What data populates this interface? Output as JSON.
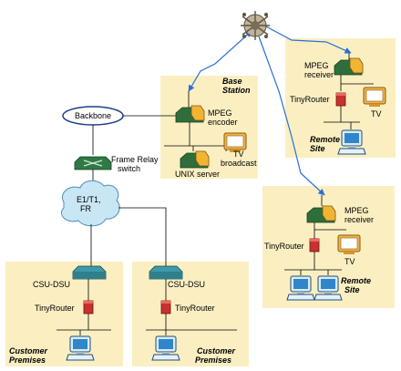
{
  "labels": {
    "base_station": [
      "Base",
      "Station"
    ],
    "backbone": "Backbone",
    "frame_relay_switch": [
      "Frame Relay",
      "switch"
    ],
    "mpeg_encoder": [
      "MPEG",
      "encoder"
    ],
    "tv_broadcast": [
      "TV",
      "broadcast"
    ],
    "unix_server": "UNIX server",
    "network_cloud": [
      "E1/T1,",
      "FR"
    ],
    "remote_site_1": {
      "mpeg_receiver": [
        "MPEG",
        "receiver"
      ],
      "tinyrouter": "TinyRouter",
      "tv": "TV",
      "site": [
        "Remote",
        "Site"
      ]
    },
    "remote_site_2": {
      "mpeg_receiver": [
        "MPEG",
        "receiver"
      ],
      "tinyrouter": "TinyRouter",
      "tv": "TV",
      "site": [
        "Remote",
        "Site"
      ]
    },
    "customer_1": {
      "csu_dsu": "CSU-DSU",
      "tinyrouter": "TinyRouter",
      "premises": [
        "Customer",
        "Premises"
      ]
    },
    "customer_2": {
      "csu_dsu": "CSU-DSU",
      "tinyrouter": "TinyRouter",
      "premises": [
        "Customer",
        "Premises"
      ]
    }
  },
  "colors": {
    "panel": "#fbefc2",
    "link": "#2a6fd6",
    "device_green": "#2f6e3a",
    "device_teal": "#3d9aa8",
    "router_red": "#c8312e",
    "screen_blue": "#2f86c9",
    "satellite": "#8a7a60"
  }
}
